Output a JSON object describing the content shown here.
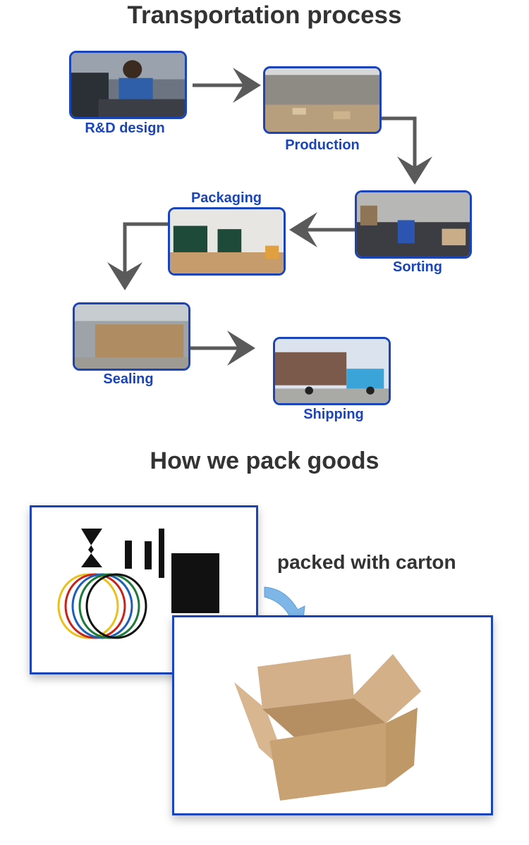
{
  "transport": {
    "title": "Transportation process",
    "steps": [
      {
        "label": "R&D design"
      },
      {
        "label": "Production"
      },
      {
        "label": "Sorting"
      },
      {
        "label": "Packaging"
      },
      {
        "label": "Sealing"
      },
      {
        "label": "Shipping"
      }
    ]
  },
  "pack": {
    "title": "How we pack goods",
    "caption": "packed with carton"
  },
  "colors": {
    "accent": "#1a44b8",
    "arrow": "#5a5a5a",
    "heading": "#333333"
  }
}
